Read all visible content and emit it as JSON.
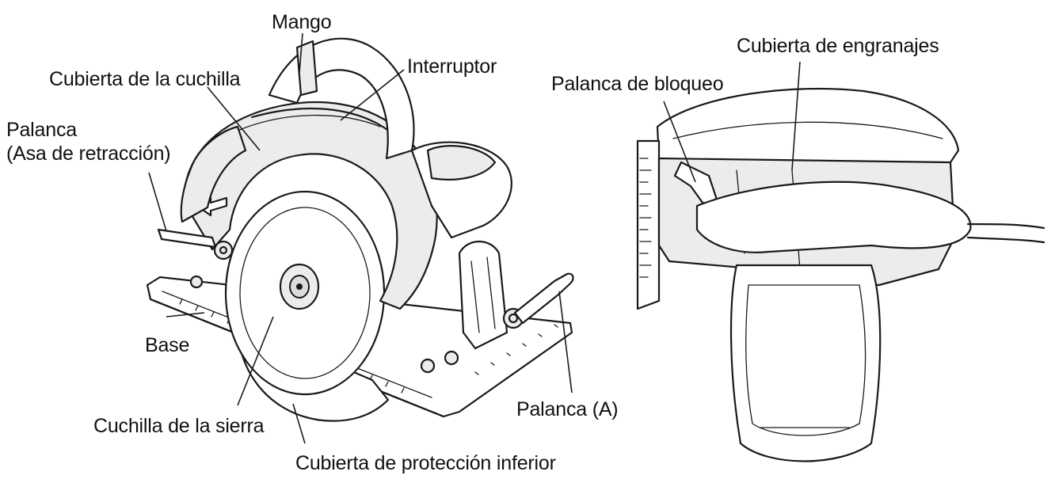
{
  "labels": {
    "mango": "Mango",
    "interruptor": "Interruptor",
    "cubierta_cuchilla": "Cubierta de la cuchilla",
    "palanca_line1": "Palanca",
    "palanca_line2": "(Asa de retracción)",
    "base": "Base",
    "cuchilla_sierra": "Cuchilla de la sierra",
    "cubierta_proteccion": "Cubierta de protección inferior",
    "palanca_a": "Palanca (A)",
    "cubierta_engranajes": "Cubierta de engranajes",
    "palanca_bloqueo": "Palanca de bloqueo"
  }
}
